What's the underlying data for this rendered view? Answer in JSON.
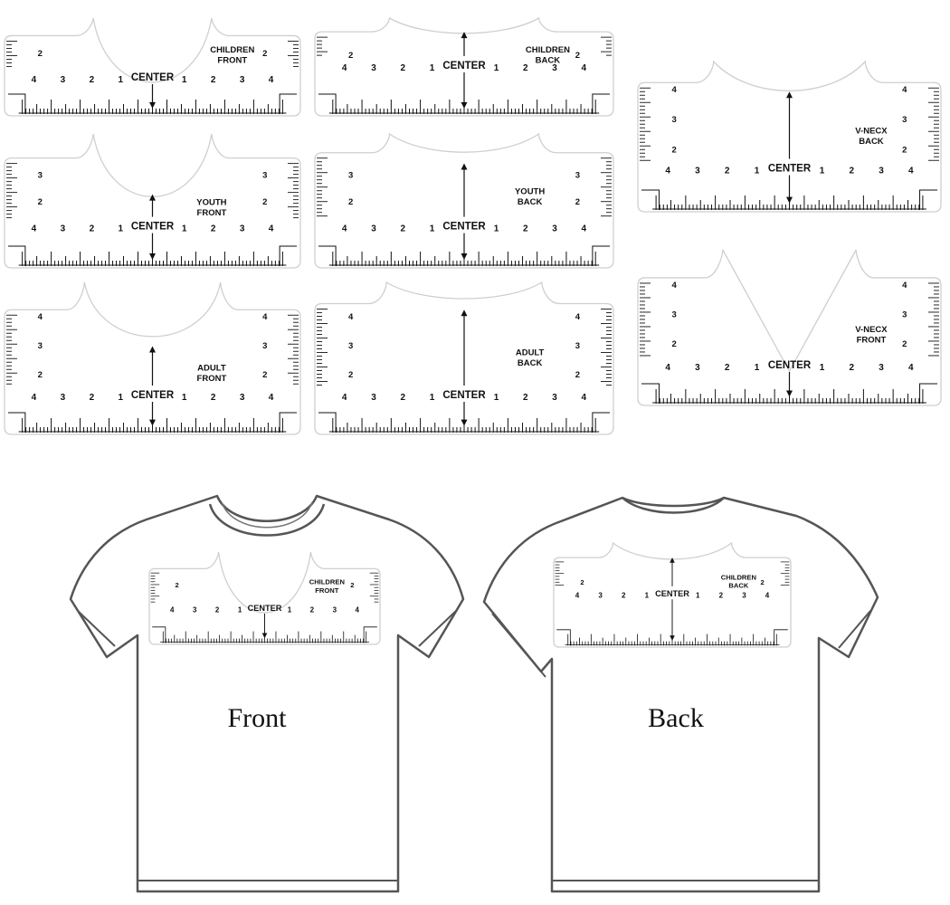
{
  "rulers": [
    {
      "id": "children-front",
      "label": [
        "CHILDREN",
        "FRONT"
      ],
      "center": "CENTER",
      "scale": [
        "4",
        "3",
        "2",
        "1",
        "1",
        "2",
        "3",
        "4"
      ],
      "side_numbers": [
        "2"
      ]
    },
    {
      "id": "children-back",
      "label": [
        "CHILDREN",
        "BACK"
      ],
      "center": "CENTER",
      "scale": [
        "4",
        "3",
        "2",
        "1",
        "1",
        "2",
        "3",
        "4"
      ],
      "side_numbers": [
        "2"
      ]
    },
    {
      "id": "vneck-back",
      "label": [
        "V-NECX",
        "BACK"
      ],
      "center": "CENTER",
      "scale": [
        "4",
        "3",
        "2",
        "1",
        "1",
        "2",
        "3",
        "4"
      ],
      "side_numbers": [
        "4",
        "3",
        "2"
      ]
    },
    {
      "id": "youth-front",
      "label": [
        "YOUTH",
        "FRONT"
      ],
      "center": "CENTER",
      "scale": [
        "4",
        "3",
        "2",
        "1",
        "1",
        "2",
        "3",
        "4"
      ],
      "side_numbers": [
        "3",
        "2"
      ]
    },
    {
      "id": "youth-back",
      "label": [
        "YOUTH",
        "BACK"
      ],
      "center": "CENTER",
      "scale": [
        "4",
        "3",
        "2",
        "1",
        "1",
        "2",
        "3",
        "4"
      ],
      "side_numbers": [
        "3",
        "2"
      ]
    },
    {
      "id": "vneck-front",
      "label": [
        "V-NECX",
        "FRONT"
      ],
      "center": "CENTER",
      "scale": [
        "4",
        "3",
        "2",
        "1",
        "1",
        "2",
        "3",
        "4"
      ],
      "side_numbers": [
        "4",
        "3",
        "2"
      ]
    },
    {
      "id": "adult-front",
      "label": [
        "ADULT",
        "FRONT"
      ],
      "center": "CENTER",
      "scale": [
        "4",
        "3",
        "2",
        "1",
        "1",
        "2",
        "3",
        "4"
      ],
      "side_numbers": [
        "4",
        "3",
        "2"
      ]
    },
    {
      "id": "adult-back",
      "label": [
        "ADULT",
        "BACK"
      ],
      "center": "CENTER",
      "scale": [
        "4",
        "3",
        "2",
        "1",
        "1",
        "2",
        "3",
        "4"
      ],
      "side_numbers": [
        "4",
        "3",
        "2"
      ]
    }
  ],
  "shirts": {
    "front": {
      "caption": "Front",
      "ruler": {
        "label": [
          "CHILDREN",
          "FRONT"
        ],
        "center": "CENTER",
        "scale": [
          "4",
          "3",
          "2",
          "1",
          "1",
          "2",
          "3",
          "4"
        ],
        "side_numbers": [
          "2"
        ]
      }
    },
    "back": {
      "caption": "Back",
      "ruler": {
        "label": [
          "CHILDREN",
          "BACK"
        ],
        "center": "CENTER",
        "scale": [
          "4",
          "3",
          "2",
          "1",
          "1",
          "2",
          "3",
          "4"
        ],
        "side_numbers": [
          "2"
        ]
      }
    }
  },
  "colors": {
    "ink": "#111111",
    "outline": "#cfcfcf",
    "shirt_line": "#555555",
    "ruler_fill": "#ffffff"
  }
}
